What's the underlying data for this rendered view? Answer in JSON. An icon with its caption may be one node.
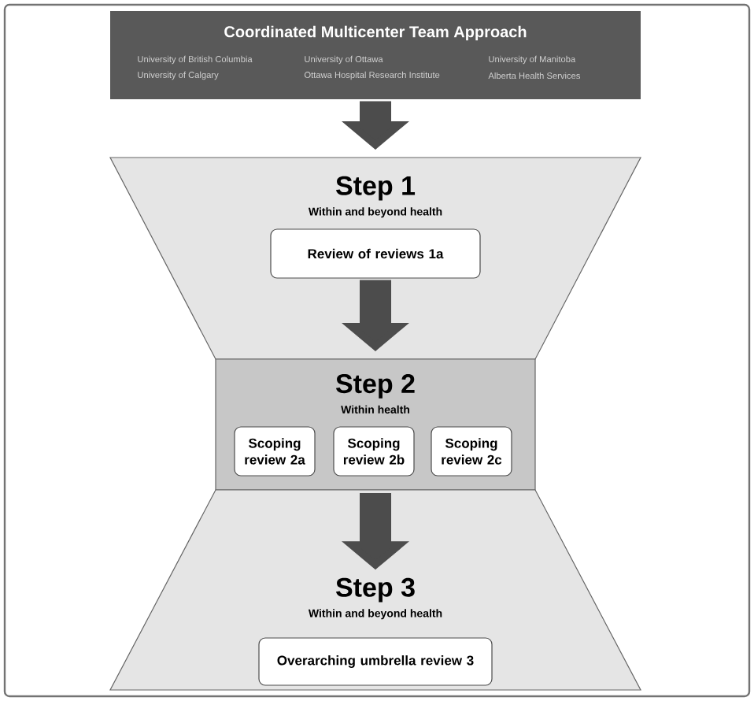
{
  "diagram": {
    "nodes": [
      {
        "text": [
          "Coordinated Multicenter Team Approach",
          "University of British Columbia",
          "University of Calgary",
          "University of Ottawa",
          "Ottawa Hospital Research Institute",
          "University of Manitoba",
          "Alberta Health Services"
        ]
      },
      {
        "text": [
          "Step 1",
          "Within and beyond health"
        ]
      },
      {
        "text": [
          "Review of reviews 1a"
        ],
        "in": 1
      },
      {
        "text": [
          "Step 2",
          "Within health"
        ]
      },
      {
        "text": [
          "Scoping review 2a"
        ],
        "in": 3
      },
      {
        "text": [
          "Scoping review 2b"
        ],
        "in": 3
      },
      {
        "text": [
          "Scoping review 2c"
        ],
        "in": 3
      },
      {
        "text": [
          "Step 3",
          "Within and beyond health"
        ]
      },
      {
        "text": [
          "Overarching umbrella review 3"
        ],
        "in": 7
      }
    ],
    "edges": [
      {
        "from": 0,
        "to": 1,
        "arrow": "to"
      },
      {
        "from": 2,
        "to": 3,
        "arrow": "to"
      },
      {
        "from": 3,
        "to": 7,
        "arrow": "to"
      }
    ]
  }
}
